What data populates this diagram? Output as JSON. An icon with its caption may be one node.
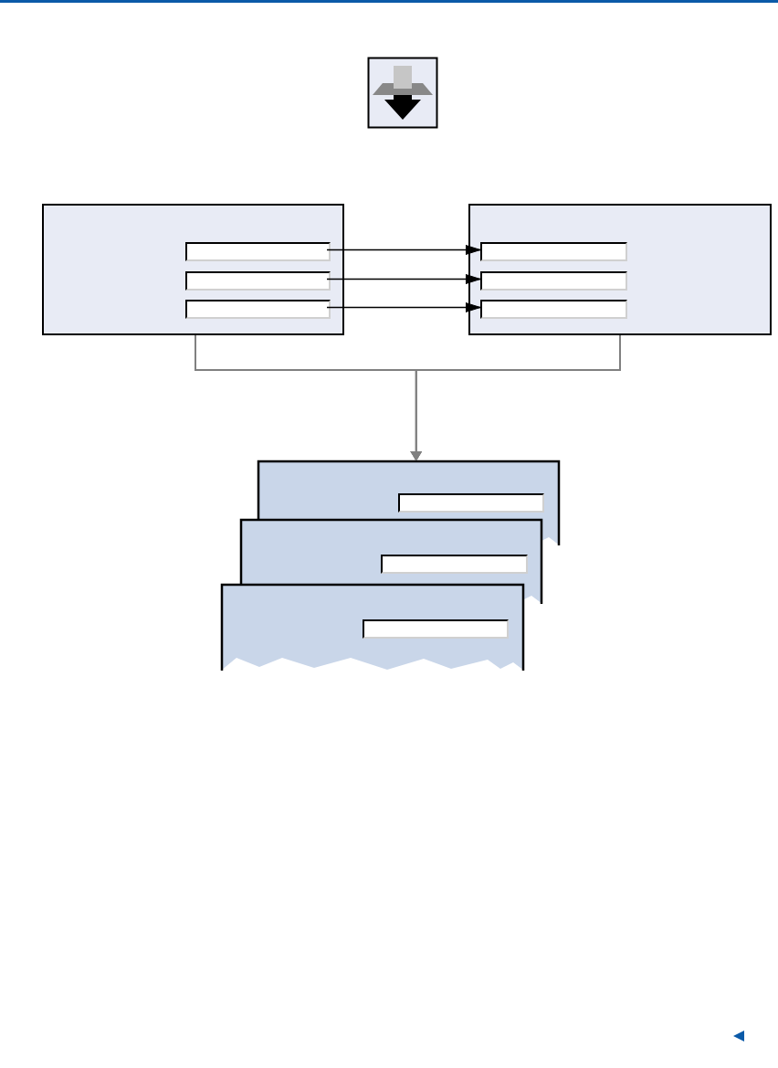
{
  "diagram": {
    "nodes": [
      {
        "text": [],
        "shape": "box"
      },
      {
        "text": [],
        "shape": "field",
        "in": 0
      },
      {
        "text": [],
        "shape": "field",
        "in": 0
      },
      {
        "text": [],
        "shape": "field",
        "in": 0
      },
      {
        "text": [],
        "shape": "box"
      },
      {
        "text": [],
        "shape": "field",
        "in": 4
      },
      {
        "text": [],
        "shape": "field",
        "in": 4
      },
      {
        "text": [],
        "shape": "field",
        "in": 4
      },
      {
        "text": [],
        "shape": "document"
      },
      {
        "text": [],
        "shape": "field",
        "in": 8
      },
      {
        "text": [],
        "shape": "document"
      },
      {
        "text": [],
        "shape": "field",
        "in": 10
      },
      {
        "text": [],
        "shape": "document"
      },
      {
        "text": [],
        "shape": "field",
        "in": 12
      }
    ],
    "edges": [
      {
        "from": 1,
        "to": 5,
        "arrow": "to"
      },
      {
        "from": 2,
        "to": 6,
        "arrow": "to"
      },
      {
        "from": 3,
        "to": 7,
        "arrow": "to"
      },
      {
        "from": 0,
        "to": 8,
        "arrow": "to",
        "color": "#808080"
      },
      {
        "from": 4,
        "to": 8,
        "arrow": "to",
        "color": "#808080"
      }
    ]
  }
}
